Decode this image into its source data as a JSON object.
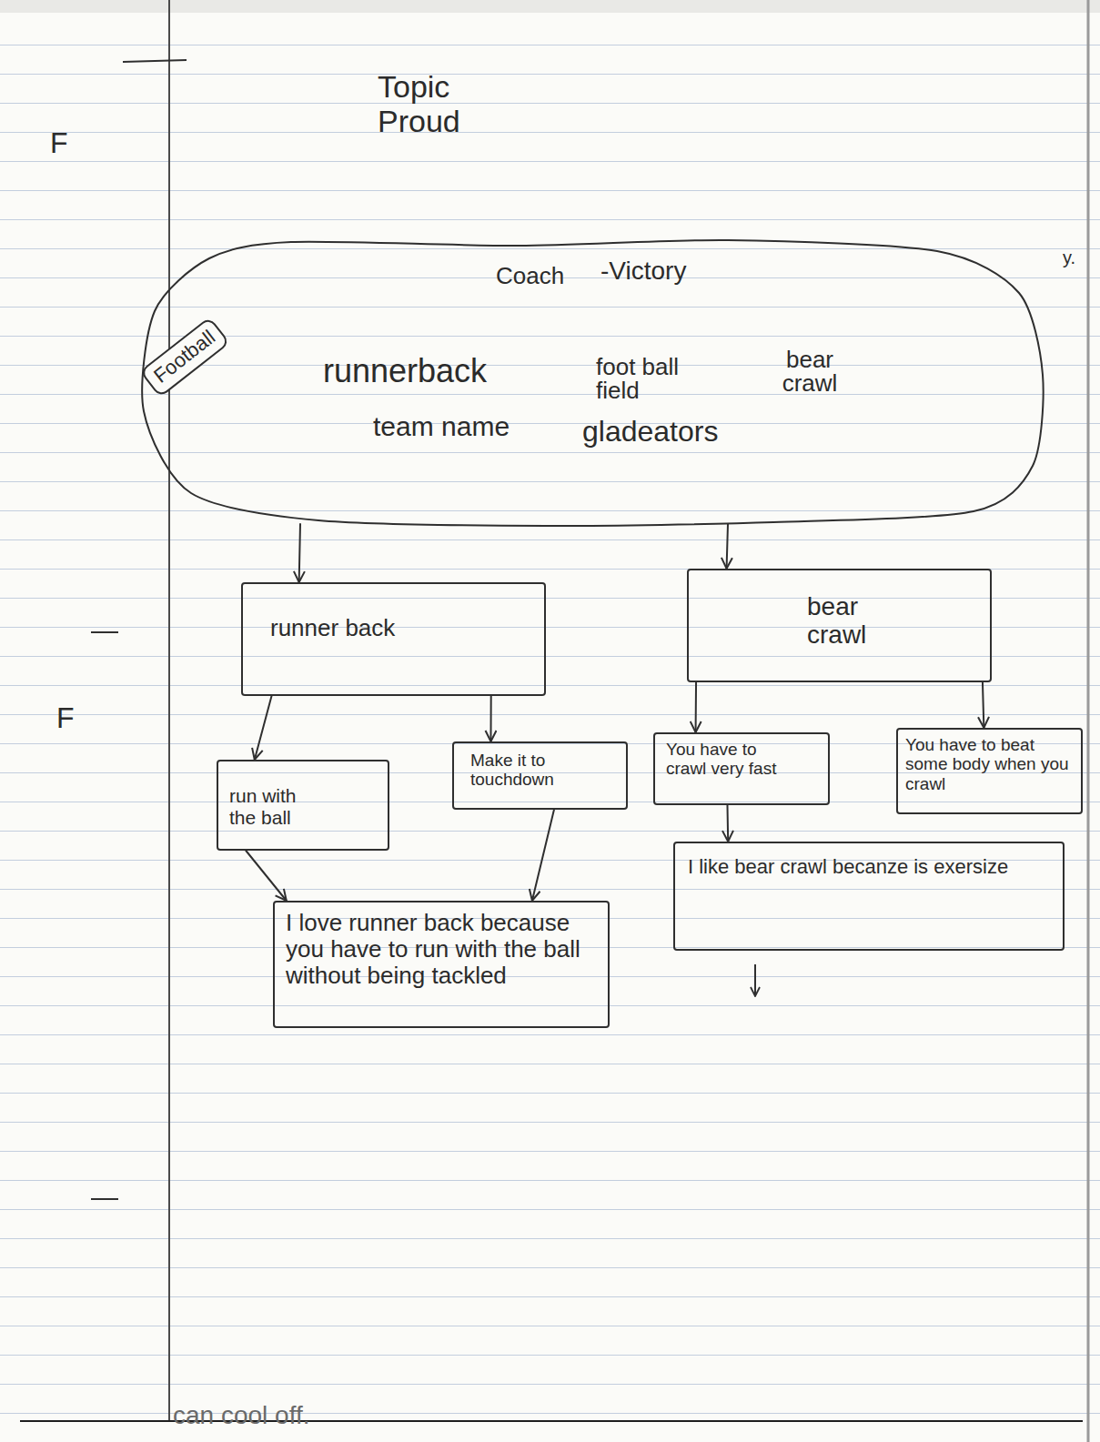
{
  "diagram": {
    "title": "Topic Proud",
    "nodes": [
      {
        "text": [
          "Coach",
          "-Victory",
          "runnerback",
          "foot ball field",
          "bear crawl",
          "team name",
          "gladeators"
        ]
      },
      {
        "text": [
          "Football"
        ],
        "in": 0
      },
      {
        "text": [
          "runner back"
        ]
      },
      {
        "text": [
          "bear crawl"
        ]
      },
      {
        "text": [
          "run with the ball"
        ]
      },
      {
        "text": [
          "Make it to touchdown"
        ]
      },
      {
        "text": [
          "You have to crawl very fast"
        ]
      },
      {
        "text": [
          "You have to beat some body when you crawl"
        ]
      },
      {
        "text": [
          "I love runner back because you have to run with the ball without being tackled"
        ]
      },
      {
        "text": [
          "I like bear crawl becanze is exersize"
        ]
      }
    ],
    "edges": [
      {
        "from": 0,
        "to": 2,
        "arrow": "to"
      },
      {
        "from": 0,
        "to": 3,
        "arrow": "to"
      },
      {
        "from": 2,
        "to": 4,
        "arrow": "to"
      },
      {
        "from": 2,
        "to": 5,
        "arrow": "to"
      },
      {
        "from": 3,
        "to": 6,
        "arrow": "to"
      },
      {
        "from": 3,
        "to": 7,
        "arrow": "to"
      },
      {
        "from": 4,
        "to": 8,
        "arrow": "to"
      },
      {
        "from": 5,
        "to": 8,
        "arrow": "to"
      },
      {
        "from": 6,
        "to": 9,
        "arrow": "to"
      }
    ],
    "labels": [
      "F",
      "F",
      "can cool off.",
      "y."
    ]
  }
}
